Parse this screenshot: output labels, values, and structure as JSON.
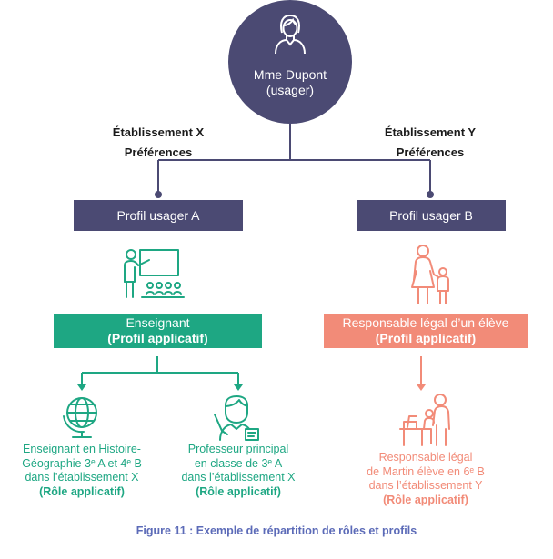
{
  "user": {
    "name": "Mme Dupont",
    "role": "(usager)",
    "icon": "woman-avatar-icon"
  },
  "left": {
    "etablissement": "Établissement X",
    "preferences": "Préférences",
    "profile": "Profil usager A",
    "icon": "teacher-board-icon",
    "app_profile": {
      "title": "Enseignant",
      "subtitle": "(Profil applicatif)"
    },
    "roles": [
      {
        "icon": "globe-icon",
        "lines": [
          "Enseignant en Histoire-",
          "Géographie 3ᵉ A et 4ᵉ B",
          "dans l’établissement X"
        ],
        "tag": "(Rôle applicatif)"
      },
      {
        "icon": "head-teacher-icon",
        "lines": [
          "Professeur principal",
          "en classe de 3ᵉ A",
          "dans l’établissement X"
        ],
        "tag": "(Rôle applicatif)"
      }
    ]
  },
  "right": {
    "etablissement": "Établissement Y",
    "preferences": "Préférences",
    "profile": "Profil usager B",
    "icon": "parent-child-icon",
    "app_profile": {
      "title": "Responsable légal d’un élève",
      "subtitle": "(Profil applicatif)"
    },
    "role": {
      "icon": "parent-helping-child-icon",
      "lines": [
        "Responsable légal",
        "de Martin élève en 6ᵉ B",
        "dans l’établissement Y"
      ],
      "tag": "(Rôle applicatif)"
    }
  },
  "caption": "Figure 11 : Exemple de répartition de rôles et profils",
  "colors": {
    "navy": "#4b4a73",
    "green": "#1ea783",
    "salmon": "#f28b78",
    "caption": "#5c6bb8"
  }
}
